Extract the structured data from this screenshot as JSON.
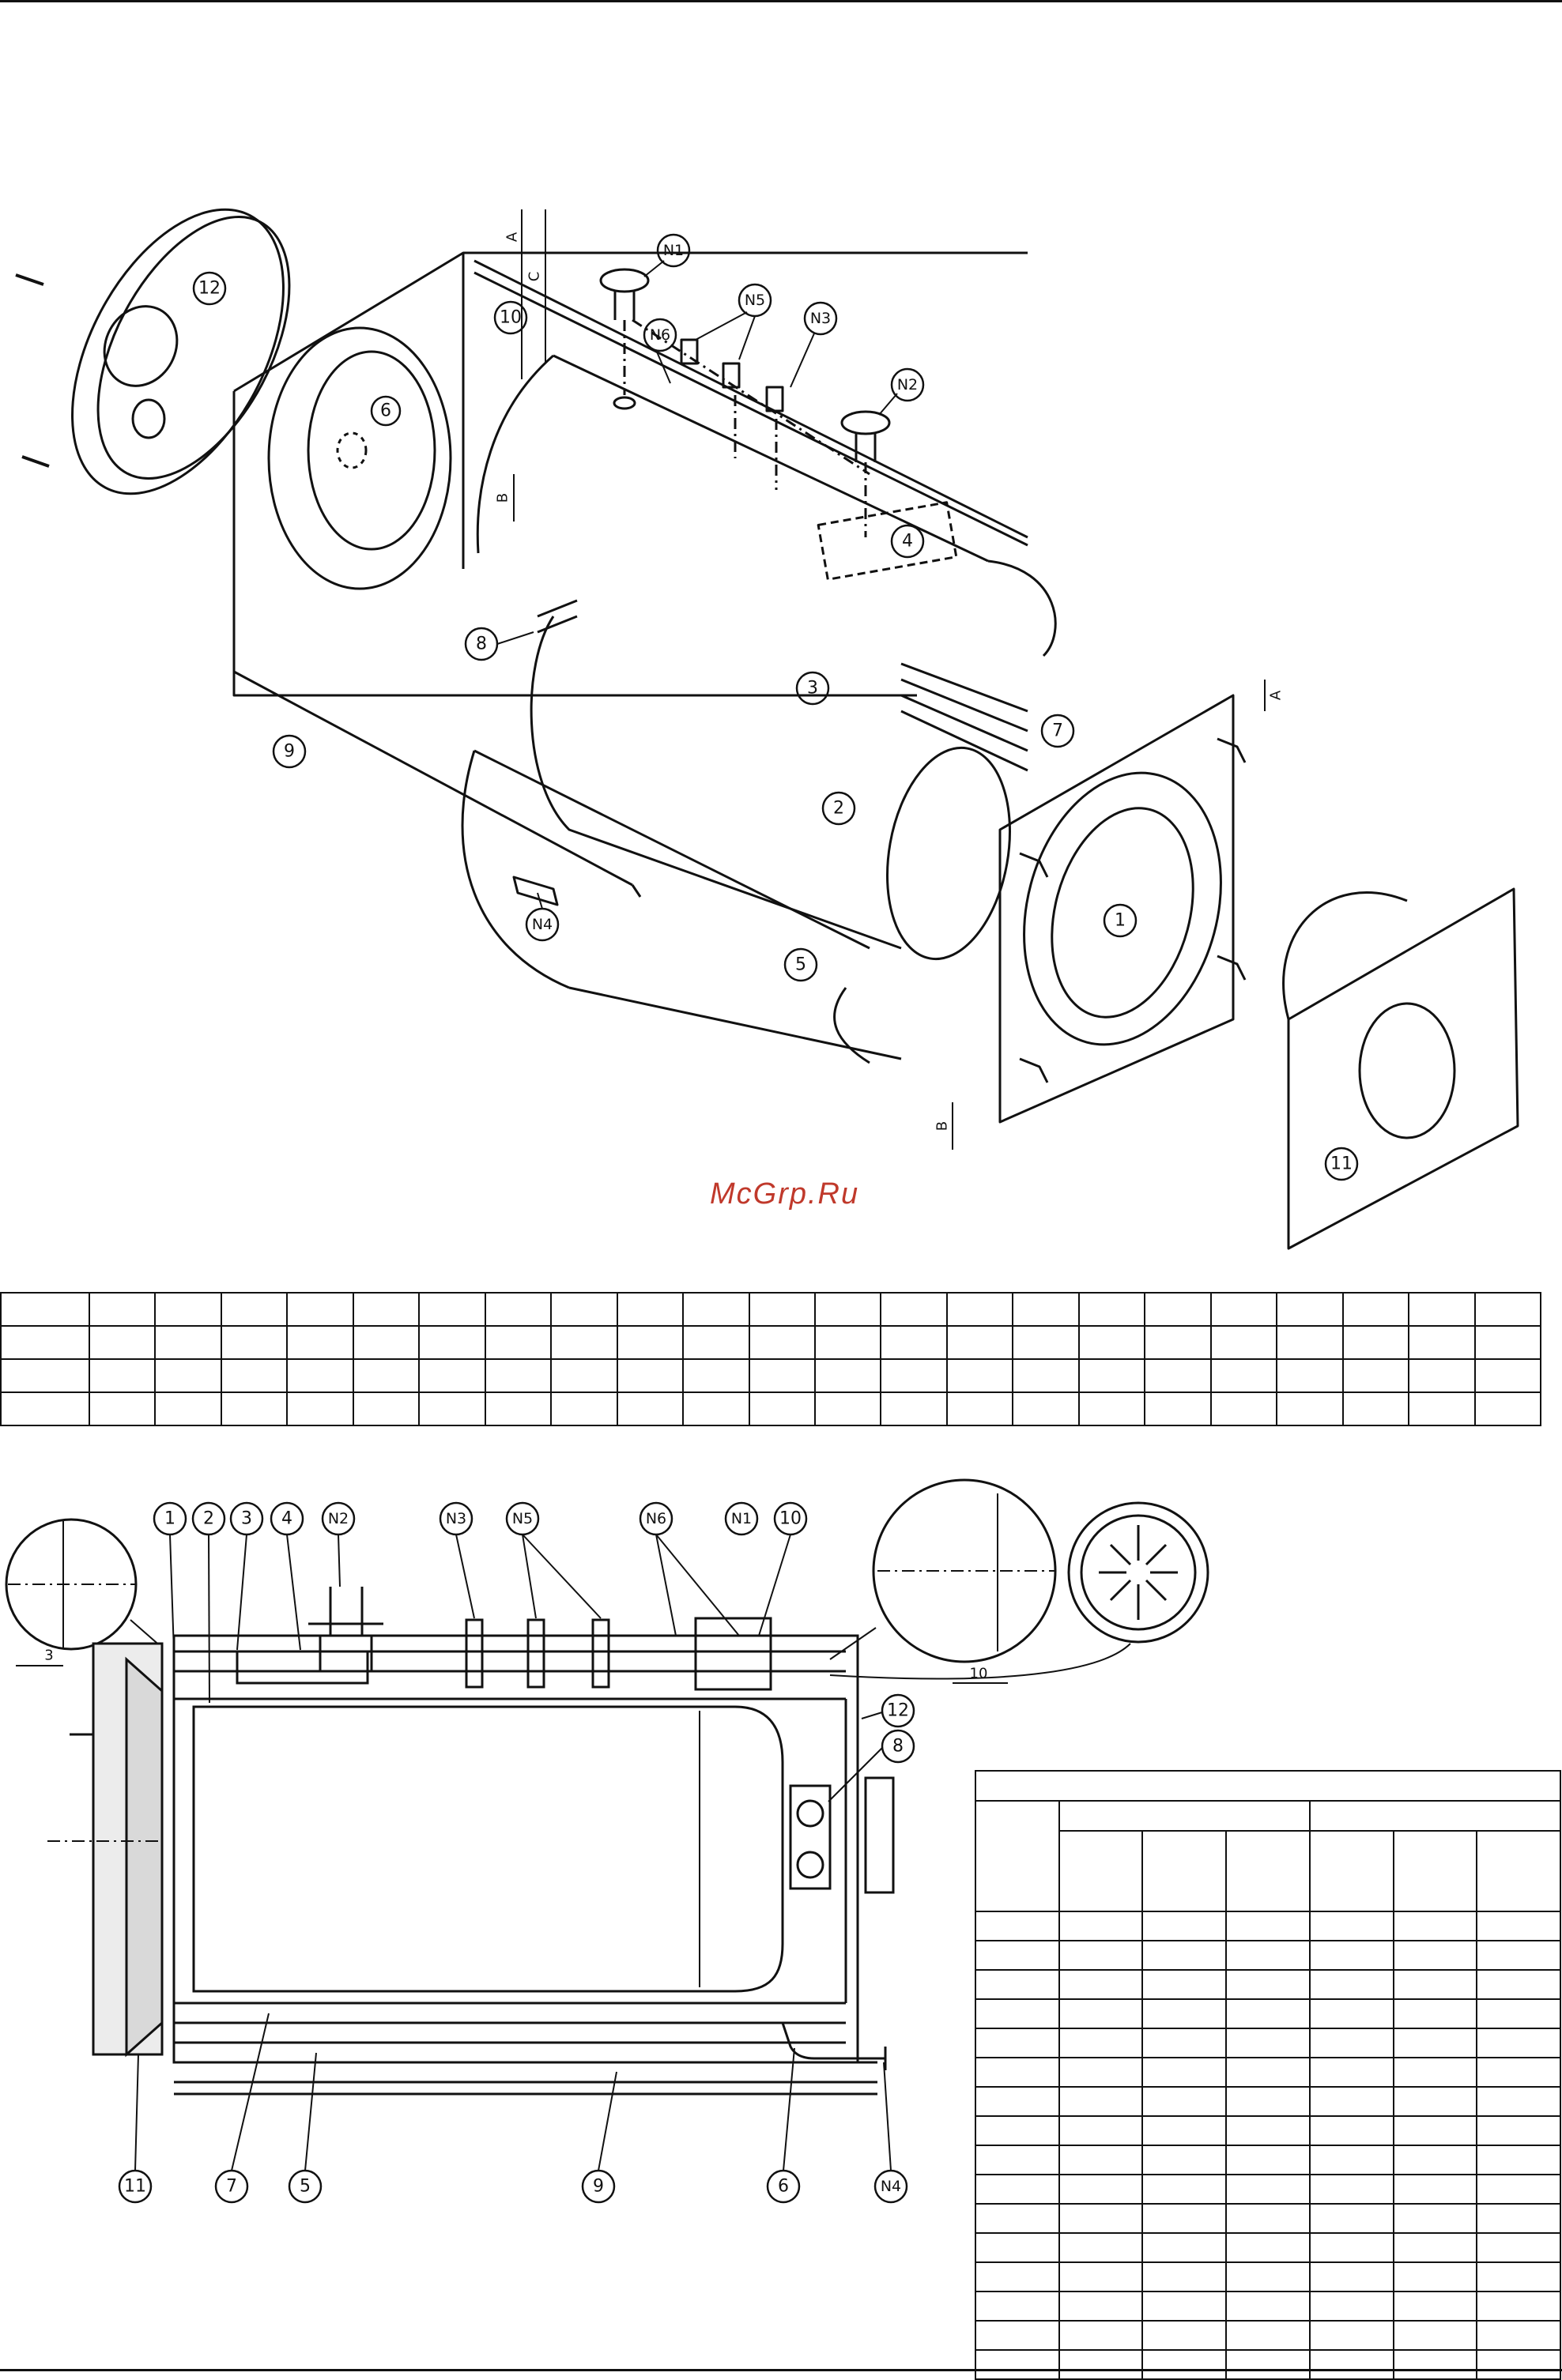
{
  "watermark": "McGrp.Ru",
  "exploded_view": {
    "callouts": {
      "p12": "12",
      "p6": "6",
      "p10": "10",
      "p8": "8",
      "p3": "3",
      "p9": "9",
      "p2": "2",
      "p7": "7",
      "p5": "5",
      "p1": "1",
      "p11": "11",
      "p4": "4",
      "n1": "N1",
      "n2": "N2",
      "n3": "N3",
      "n4": "N4",
      "n5": "N5",
      "n6": "N6"
    },
    "dimension_letters": {
      "a_top": "A",
      "c_top": "C",
      "b_left": "B",
      "a_right": "A",
      "b_right": "B"
    }
  },
  "section_view": {
    "top_callouts": [
      "1",
      "2",
      "3",
      "4",
      "N2",
      "N3",
      "N5",
      "N6",
      "N1",
      "10"
    ],
    "bottom_callouts": [
      "11",
      "7",
      "5",
      "9",
      "6",
      "N4"
    ],
    "side_callouts": {
      "p12": "12",
      "p8": "8"
    },
    "dims": {
      "left_gap": "3",
      "right_gap": "10"
    }
  }
}
